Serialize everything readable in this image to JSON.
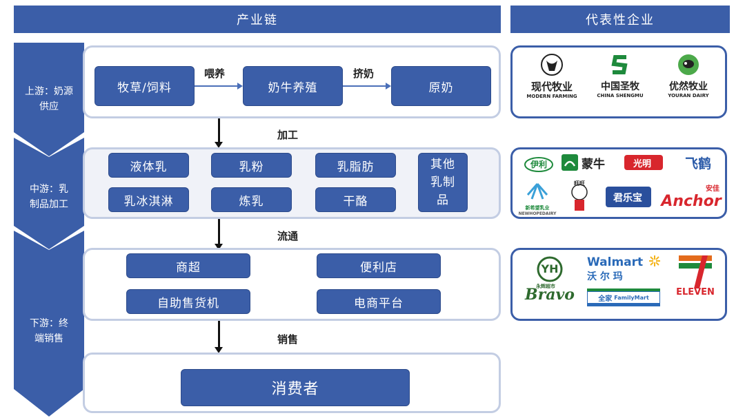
{
  "headers": {
    "chain": "产业链",
    "companies": "代表性企业"
  },
  "stages": [
    {
      "label_line1": "上游：奶源",
      "label_line2": "供应"
    },
    {
      "label_line1": "中游：乳",
      "label_line2": "制品加工"
    },
    {
      "label_line1": "下游：终",
      "label_line2": "端销售"
    }
  ],
  "upstream": {
    "boxes": [
      "牧草/饲料",
      "奶牛养殖",
      "原奶"
    ],
    "edges": [
      "喂养",
      "挤奶"
    ]
  },
  "midstream": {
    "boxes": [
      "液体乳",
      "乳粉",
      "乳脂肪",
      "乳冰淇淋",
      "炼乳",
      "干酪"
    ],
    "other_line1": "其他",
    "other_line2": "乳制",
    "other_line3": "品"
  },
  "downstream": {
    "boxes": [
      "商超",
      "便利店",
      "自助售货机",
      "电商平台"
    ]
  },
  "consumer": "消费者",
  "flows": [
    "加工",
    "流通",
    "销售"
  ],
  "logos": {
    "upstream": [
      {
        "name": "现代牧业",
        "sub": "MODERN FARMING",
        "icon": "bull-head-icon"
      },
      {
        "name": "中国圣牧",
        "sub": "CHINA SHENGMU",
        "icon": "green-s-icon"
      },
      {
        "name": "优然牧业",
        "sub": "YOURAN DAIRY",
        "icon": "cow-globe-icon"
      }
    ],
    "midstream": [
      {
        "name": "伊利",
        "icon": "yili-icon"
      },
      {
        "name": "蒙牛",
        "icon": "mengniu-icon"
      },
      {
        "name": "光明",
        "icon": "bright-icon"
      },
      {
        "name": "飞鹤",
        "icon": "feihe-icon"
      },
      {
        "name": "新希望乳业",
        "sub": "NEWHOPEDAIRY",
        "icon": "newhope-icon"
      },
      {
        "name": "旺旺",
        "icon": "wangwang-icon"
      },
      {
        "name": "君乐宝",
        "icon": "junlebao-icon"
      },
      {
        "name": "Anchor",
        "sub": "安佳",
        "icon": "anchor-icon"
      }
    ],
    "downstream": [
      {
        "name": "YH",
        "icon": "yh-icon"
      },
      {
        "name": "Bravo",
        "sub": "永辉超市",
        "icon": "bravo-icon"
      },
      {
        "name": "Walmart",
        "sub": "沃 尔 玛",
        "icon": "walmart-spark-icon"
      },
      {
        "name": "全家",
        "sub": "FamilyMart",
        "icon": "familymart-icon"
      },
      {
        "name": "7",
        "sub": "ELEVEN",
        "icon": "seven-eleven-icon"
      }
    ]
  },
  "colors": {
    "primary": "#3b5ea8",
    "panel_border": "#c3cde3",
    "chevron": "#3b5ea8"
  }
}
